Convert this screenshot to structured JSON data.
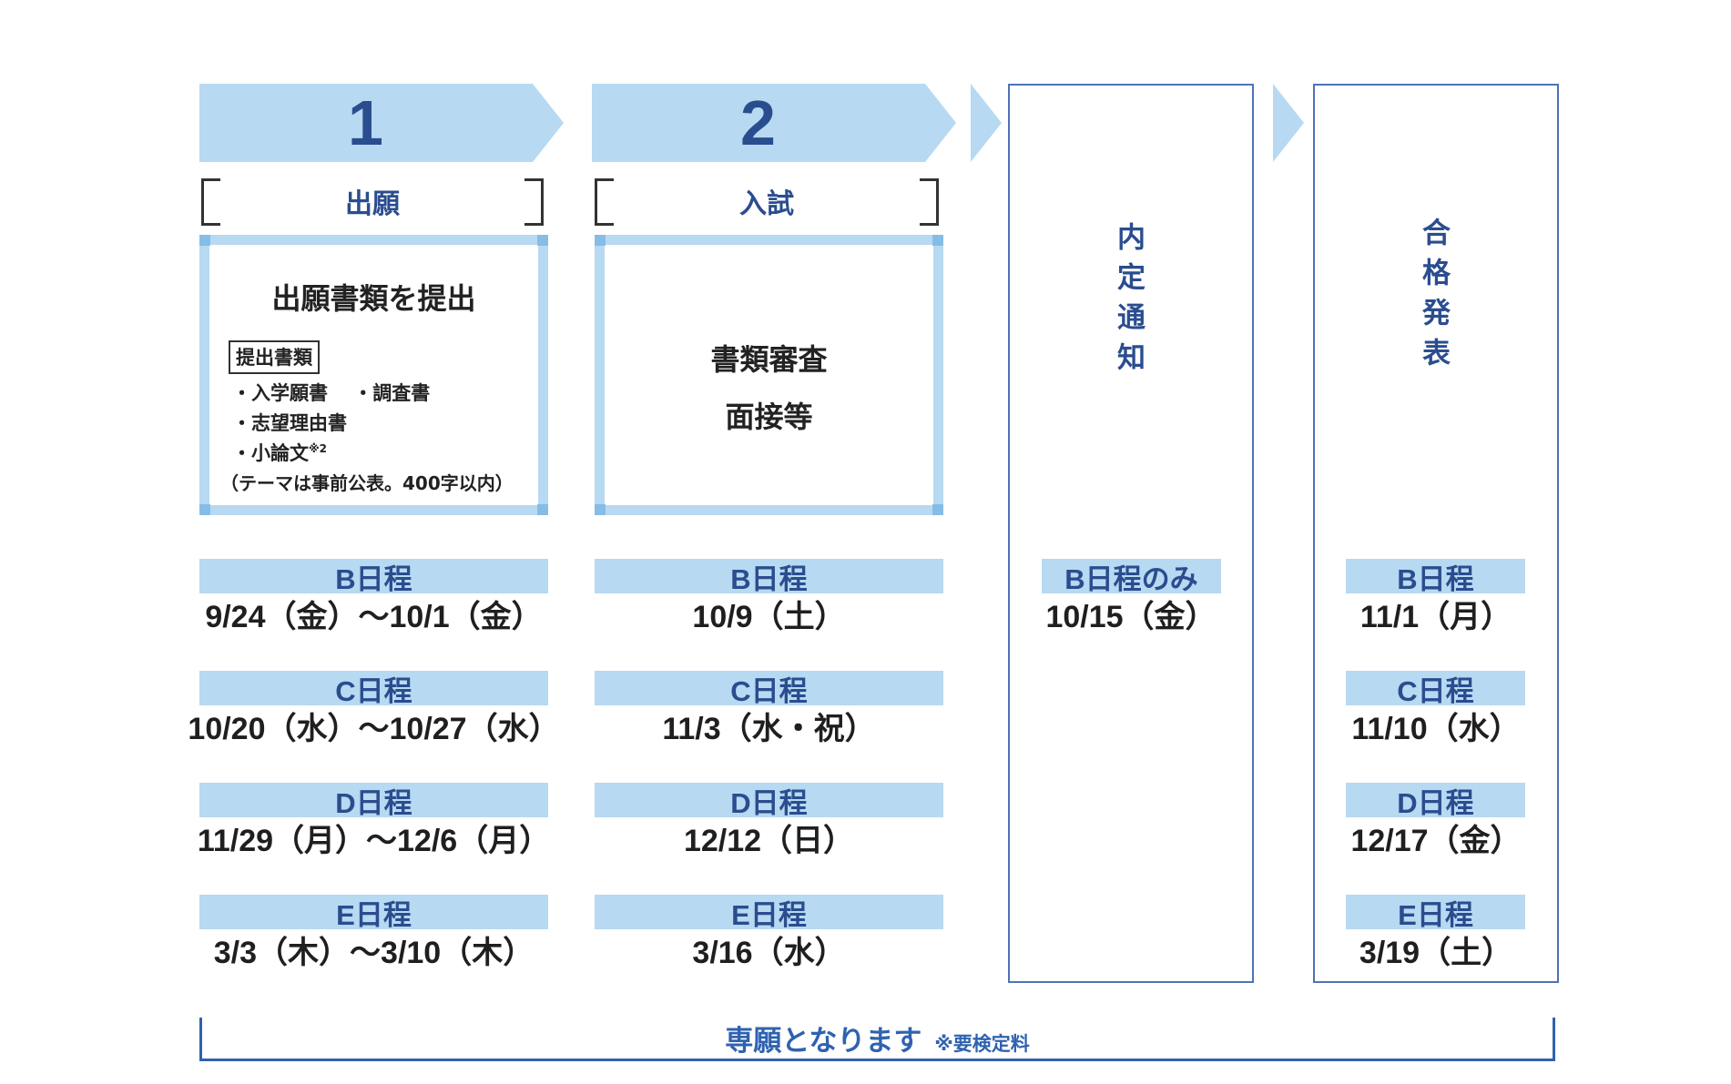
{
  "steps": [
    {
      "number": "1",
      "header": "出願"
    },
    {
      "number": "2",
      "header": "入試"
    }
  ],
  "submit_box": {
    "title": "出願書類を提出",
    "docs_label": "提出書類",
    "lines": [
      "・入学願書　 ・調査書",
      "・志望理由書",
      "・小論文"
    ],
    "note_mark": "※2",
    "theme_note": "（テーマは事前公表。400字以内）"
  },
  "exam_box": {
    "line1": "書類審査",
    "line2": "面接等"
  },
  "columns": {
    "application": [
      {
        "label": "B日程",
        "date": "9/24（金）～10/1（金）"
      },
      {
        "label": "C日程",
        "date": "10/20（水）～10/27（水）"
      },
      {
        "label": "D日程",
        "date": "11/29（月）～12/6（月）"
      },
      {
        "label": "E日程",
        "date": "3/3（木）～3/10（木）"
      }
    ],
    "exam": [
      {
        "label": "B日程",
        "date": "10/9（土）"
      },
      {
        "label": "C日程",
        "date": "11/3（水・祝）"
      },
      {
        "label": "D日程",
        "date": "12/12（日）"
      },
      {
        "label": "E日程",
        "date": "3/16（水）"
      }
    ],
    "naitei": {
      "title": "内定通知",
      "label": "B日程のみ",
      "date": "10/15（金）"
    },
    "result": {
      "title": "合格発表",
      "items": [
        {
          "label": "B日程",
          "date": "11/1（月）"
        },
        {
          "label": "C日程",
          "date": "11/10（水）"
        },
        {
          "label": "D日程",
          "date": "12/17（金）"
        },
        {
          "label": "E日程",
          "date": "3/19（土）"
        }
      ]
    }
  },
  "footer": {
    "text": "専願となります",
    "note": "※要検定料"
  },
  "colors": {
    "light_blue": "#b7d9f2",
    "navy_text": "#2a4d8f",
    "outline_blue": "#4f73b7"
  }
}
